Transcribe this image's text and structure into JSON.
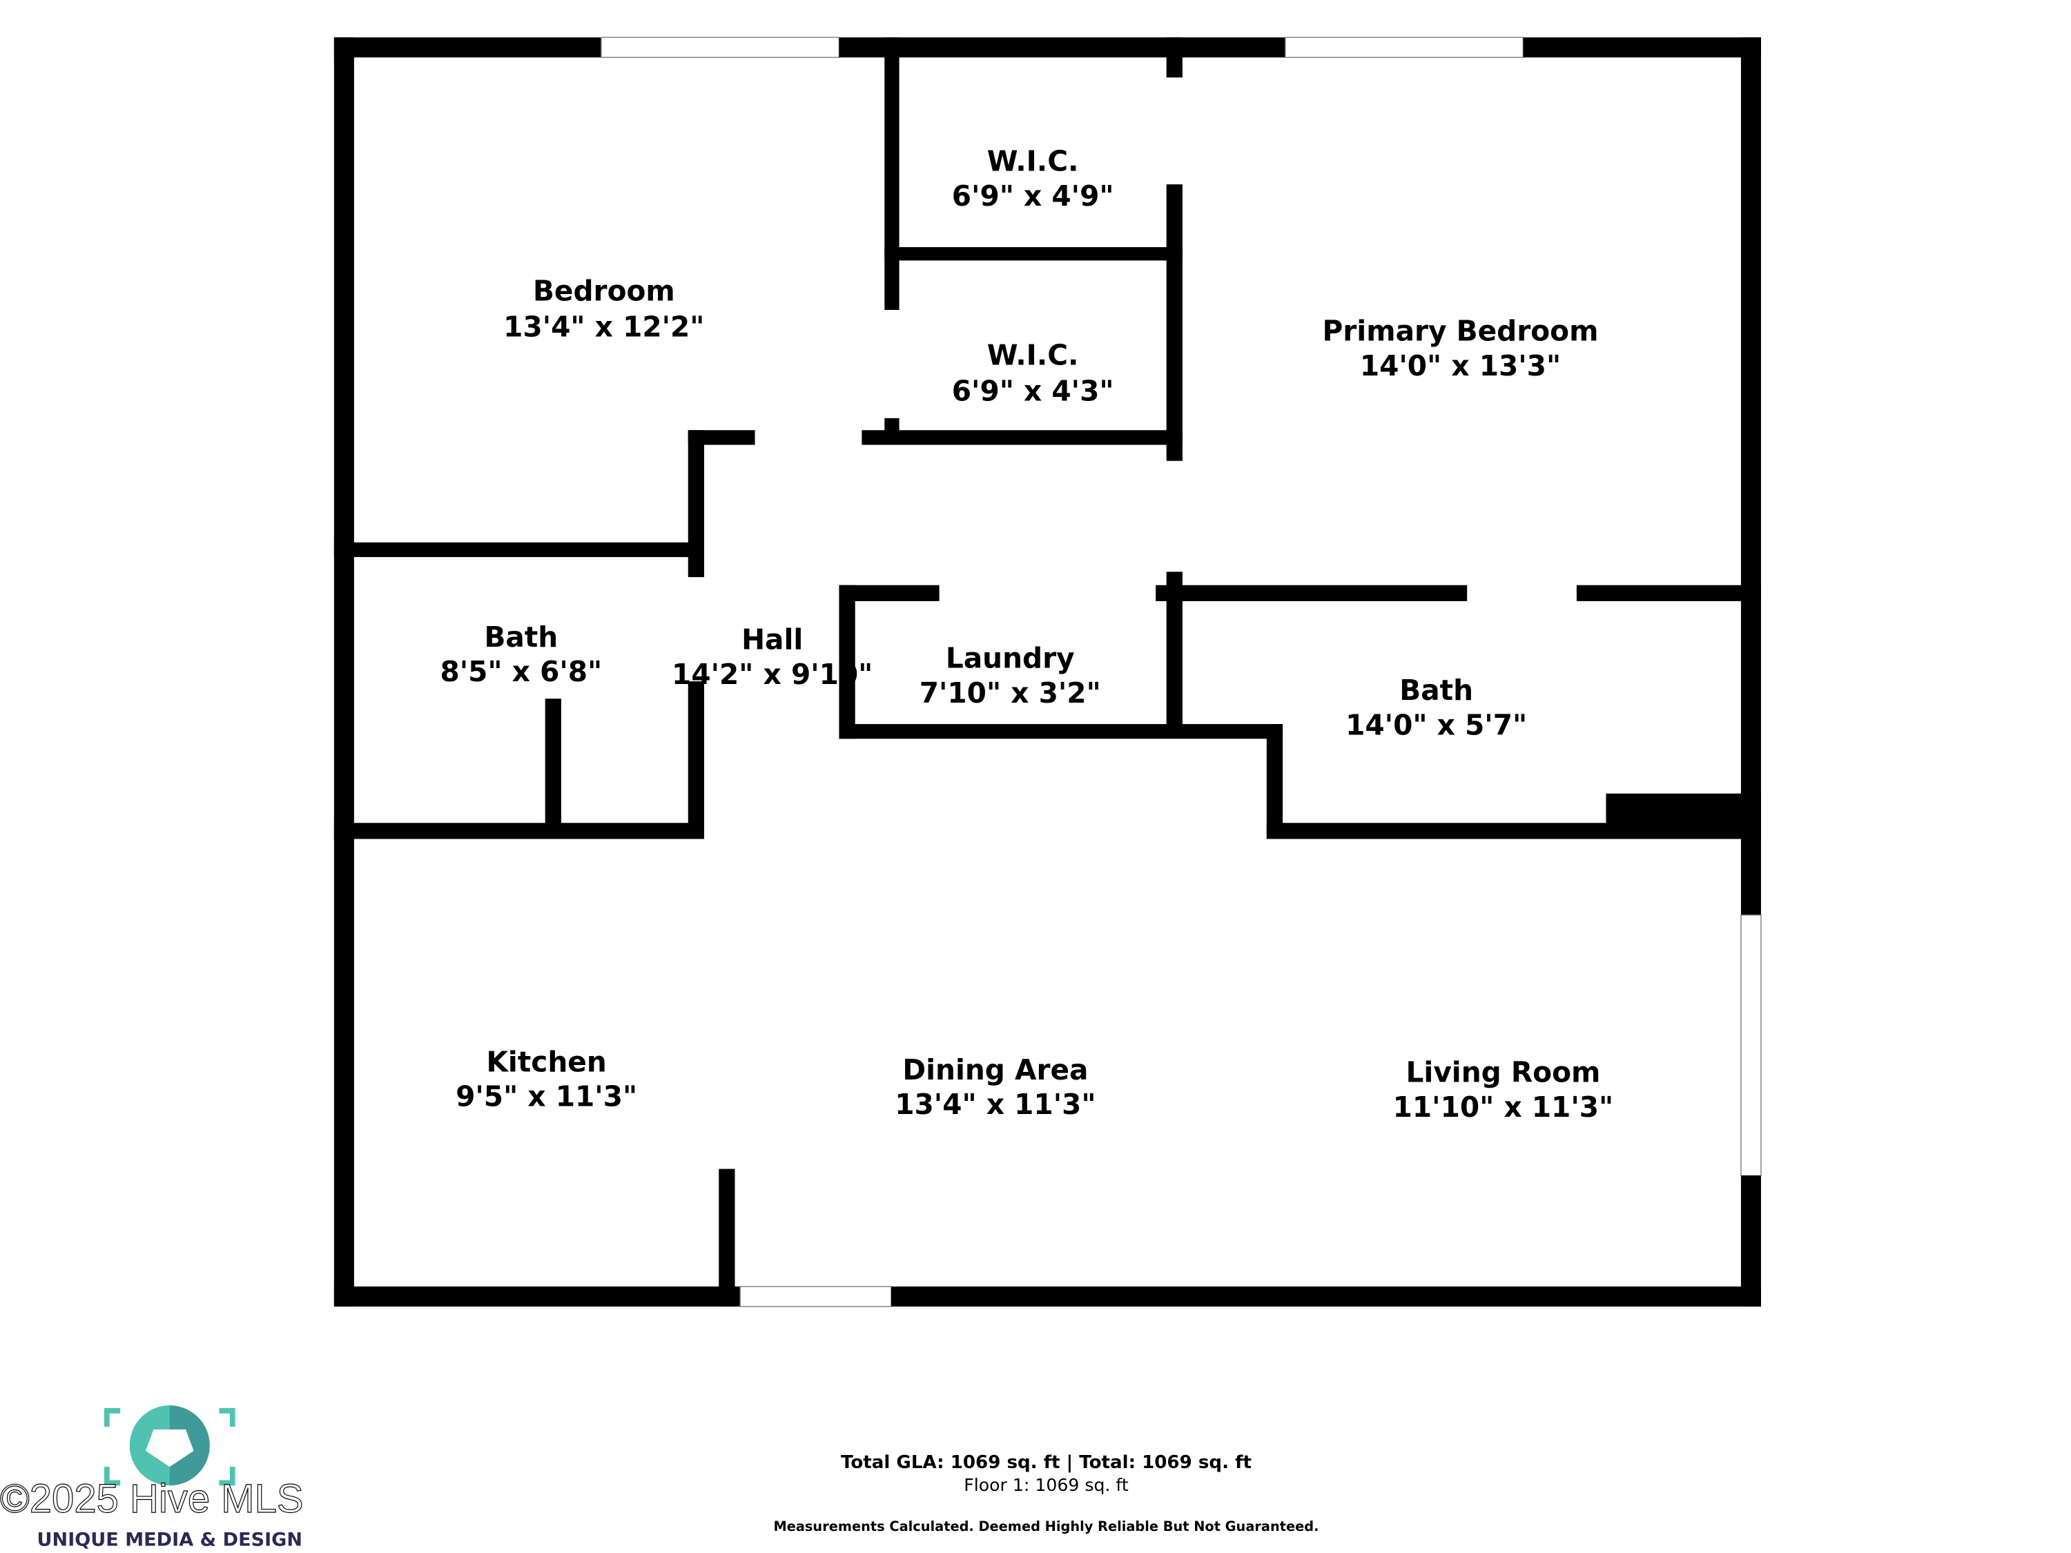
{
  "rooms": [
    {
      "name": "Bedroom",
      "size": "13'4\" x 12'2\""
    },
    {
      "name": "W.I.C.",
      "size": "6'9\" x 4'9\""
    },
    {
      "name": "W.I.C.",
      "size": "6'9\" x 4'3\""
    },
    {
      "name": "Primary Bedroom",
      "size": "14'0\" x 13'3\""
    },
    {
      "name": "Bath",
      "size": "8'5\" x 6'8\""
    },
    {
      "name": "Hall",
      "size": "14'2\" x 9'10\""
    },
    {
      "name": "Laundry",
      "size": "7'10\" x 3'2\""
    },
    {
      "name": "Bath",
      "size": "14'0\" x 5'7\""
    },
    {
      "name": "Kitchen",
      "size": "9'5\" x 11'3\""
    },
    {
      "name": "Dining Area",
      "size": "13'4\" x 11'3\""
    },
    {
      "name": "Living Room",
      "size": "11'10\" x 11'3\""
    }
  ],
  "footer": {
    "totals": "Total GLA: 1069 sq. ft | Total: 1069 sq. ft",
    "floor": "Floor 1: 1069 sq. ft",
    "disclaimer": "Measurements Calculated. Deemed Highly Reliable But Not Guaranteed."
  },
  "logo": {
    "text": "UNIQUE MEDIA & DESIGN",
    "color_primary": "#4fc3b0",
    "color_text": "#2b2a55"
  },
  "watermark": "©2025 Hive MLS"
}
